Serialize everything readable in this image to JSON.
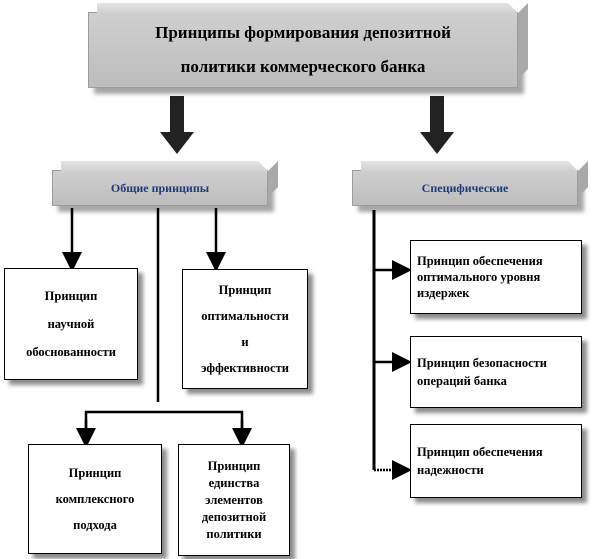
{
  "title": {
    "line1": "Принципы формирования депозитной",
    "line2": "политики коммерческого банка"
  },
  "categories": {
    "general": "Общие принципы",
    "specific": "Специфические"
  },
  "general_principles": {
    "scientific": [
      "Принцип",
      "научной",
      "обоснованности"
    ],
    "optimality": [
      "Принцип",
      "оптимальности",
      "и",
      "эффективности"
    ],
    "complex": [
      "Принцип",
      "комплексного",
      "подхода"
    ],
    "unity": [
      "Принцип",
      "единства",
      "элементов",
      "депозитной",
      "политики"
    ]
  },
  "specific_principles": {
    "costs": [
      "Принцип обеспечения",
      "оптимального уровня",
      "издержек"
    ],
    "safety": [
      "Принцип безопасности",
      "операций банка"
    ],
    "reliability": [
      "Принцип обеспечения",
      "надежности"
    ]
  }
}
